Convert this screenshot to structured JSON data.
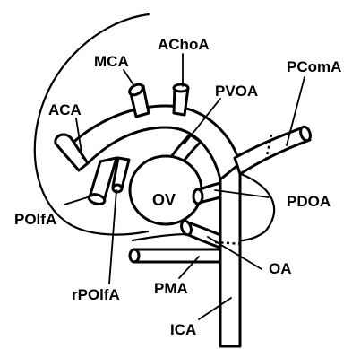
{
  "labels": {
    "mca": "MCA",
    "achoa": "AChoA",
    "pcoma": "PComA",
    "aca": "ACA",
    "pvoa": "PVOA",
    "ov": "OV",
    "pdoa": "PDOA",
    "polfa": "POlfA",
    "oa": "OA",
    "pma": "PMA",
    "rpolfa": "rPOlfA",
    "ica": "ICA"
  },
  "colors": {
    "ink": "#000000",
    "background": "#ffffff"
  }
}
